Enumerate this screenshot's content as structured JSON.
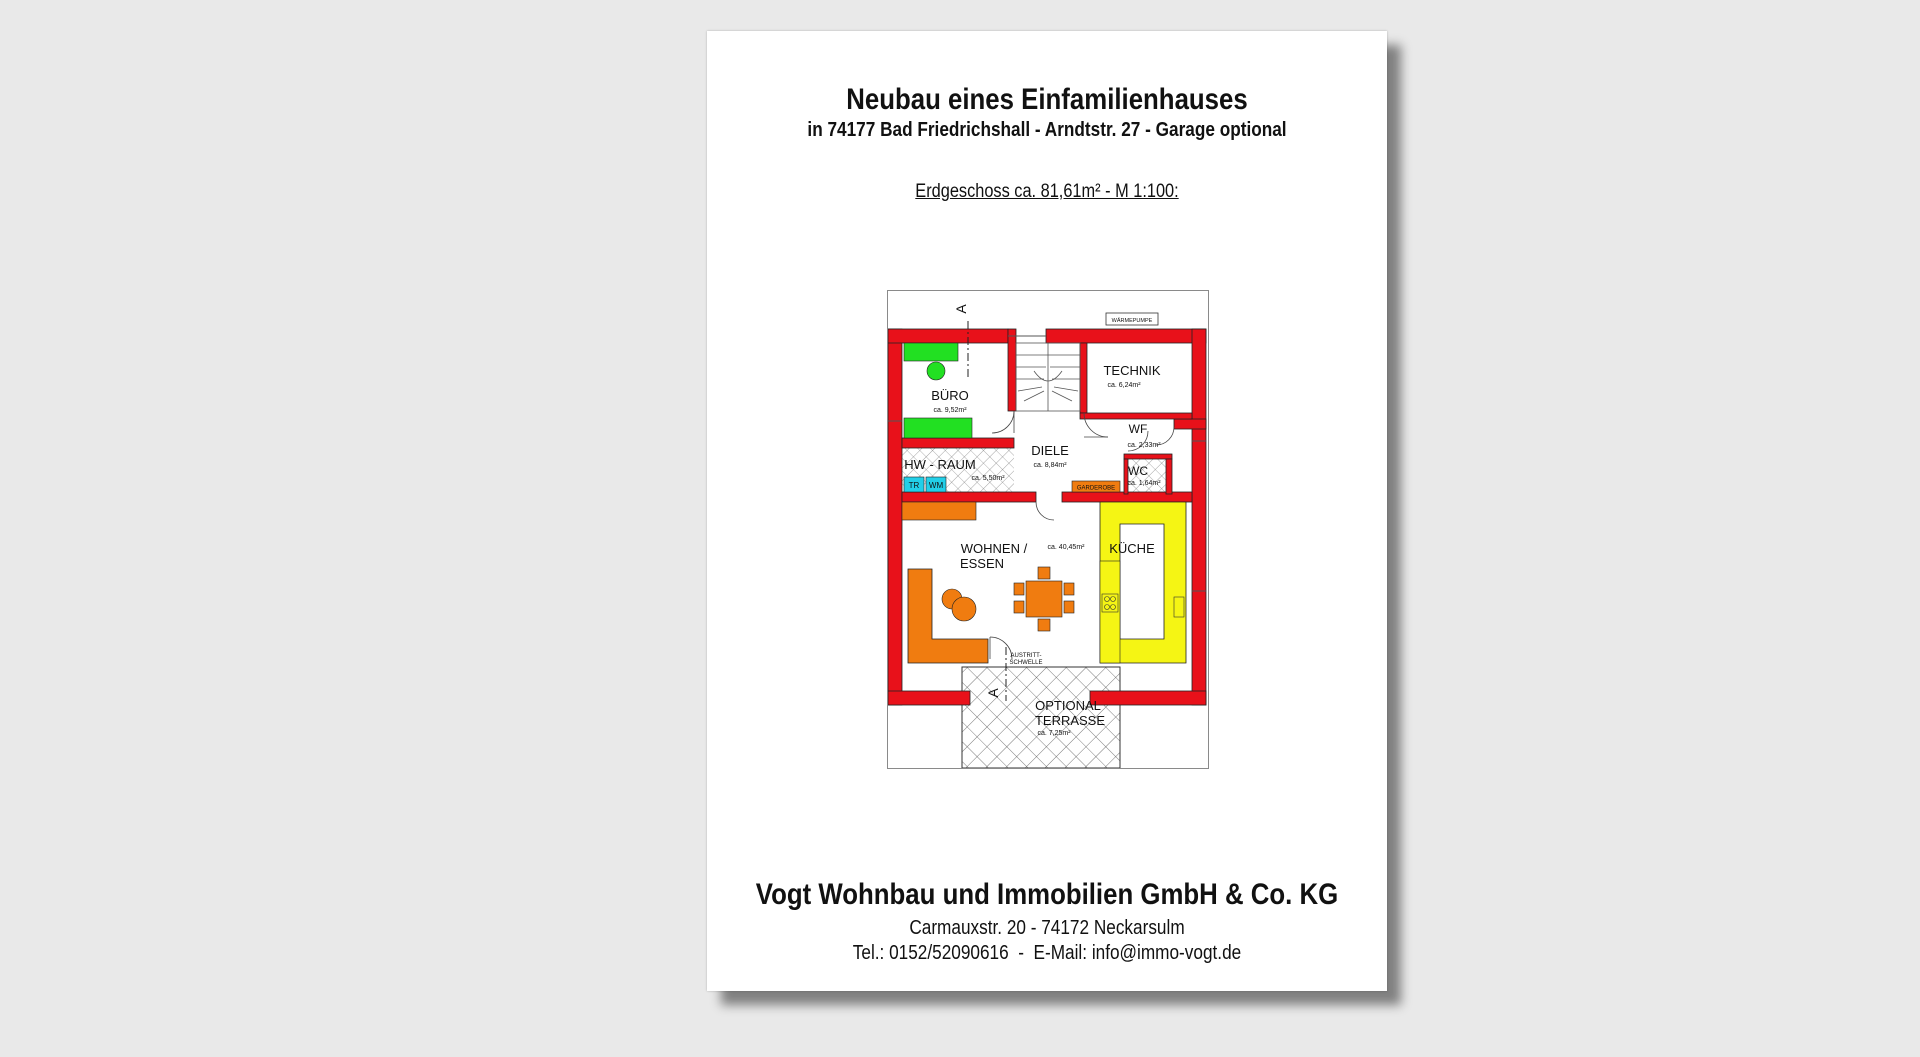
{
  "header": {
    "title": "Neubau eines Einfamilienhauses",
    "subtitle": "in 74177 Bad Friedrichshall - Arndtstr. 27 - Garage optional",
    "floor_label": "Erdgeschoss ca. 81,61m² - M 1:100:"
  },
  "plan": {
    "heat_pump": "WÄRMEPUMPE",
    "section_marker": "A",
    "rooms": {
      "buero": {
        "name": "BÜRO",
        "area": "ca. 9,52m²"
      },
      "technik": {
        "name": "TECHNIK",
        "area": "ca. 6,24m²"
      },
      "wf": {
        "name": "WF",
        "area": "ca. 2,33m²"
      },
      "wc": {
        "name": "WC",
        "area": "ca. 1,64m²"
      },
      "diele": {
        "name": "DIELE",
        "area": "ca. 8,84m²"
      },
      "hw_raum": {
        "name": "HW - RAUM",
        "area": "ca. 5,50m²"
      },
      "wohnen": {
        "name_line1": "WOHNEN /",
        "name_line2": "ESSEN",
        "area": "ca. 40,45m²"
      },
      "kueche": {
        "name": "KÜCHE"
      },
      "terrasse": {
        "name_line1": "OPTIONAL",
        "name_line2": "TERRASSE",
        "area": "ca. 7,25m²"
      }
    },
    "appliances": {
      "dryer": "TR",
      "washer": "WM"
    },
    "garderobe": "GARDEROBE",
    "austritt_line1": "AUSTRITT-",
    "austritt_line2": "SCHWELLE",
    "colors": {
      "wall": "#e8111a",
      "office_furniture": "#22e022",
      "living_furniture": "#f07c10",
      "kitchen": "#f5f514",
      "appliances": "#22cfe8",
      "garderobe": "#f07c10"
    }
  },
  "footer": {
    "company": "Vogt Wohnbau und Immobilien GmbH & Co. KG",
    "address": "Carmauxstr. 20 -  74172 Neckarsulm",
    "contact": "Tel.: 0152/52090616  -  E-Mail: info@immo-vogt.de"
  }
}
